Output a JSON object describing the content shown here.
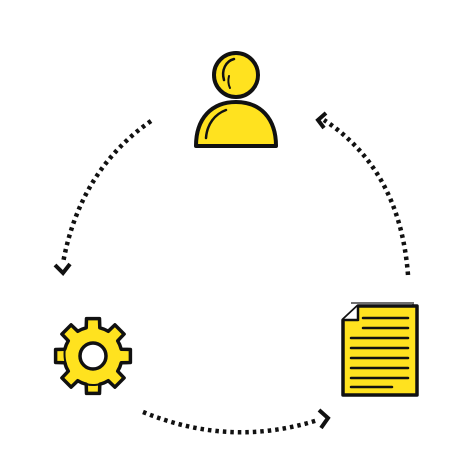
{
  "diagram": {
    "type": "cycle",
    "colors": {
      "fill": "#FFE21F",
      "stroke": "#111111",
      "background": "#FFFFFF"
    },
    "nodes": [
      {
        "id": "user",
        "icon": "user-icon"
      },
      {
        "id": "document",
        "icon": "document-icon"
      },
      {
        "id": "gear",
        "icon": "gear-icon"
      }
    ],
    "edges": [
      {
        "from": "user",
        "to": "gear",
        "style": "dotted-arrow"
      },
      {
        "from": "gear",
        "to": "document",
        "style": "dotted-arrow"
      },
      {
        "from": "document",
        "to": "user",
        "style": "dotted-arrow"
      }
    ]
  }
}
